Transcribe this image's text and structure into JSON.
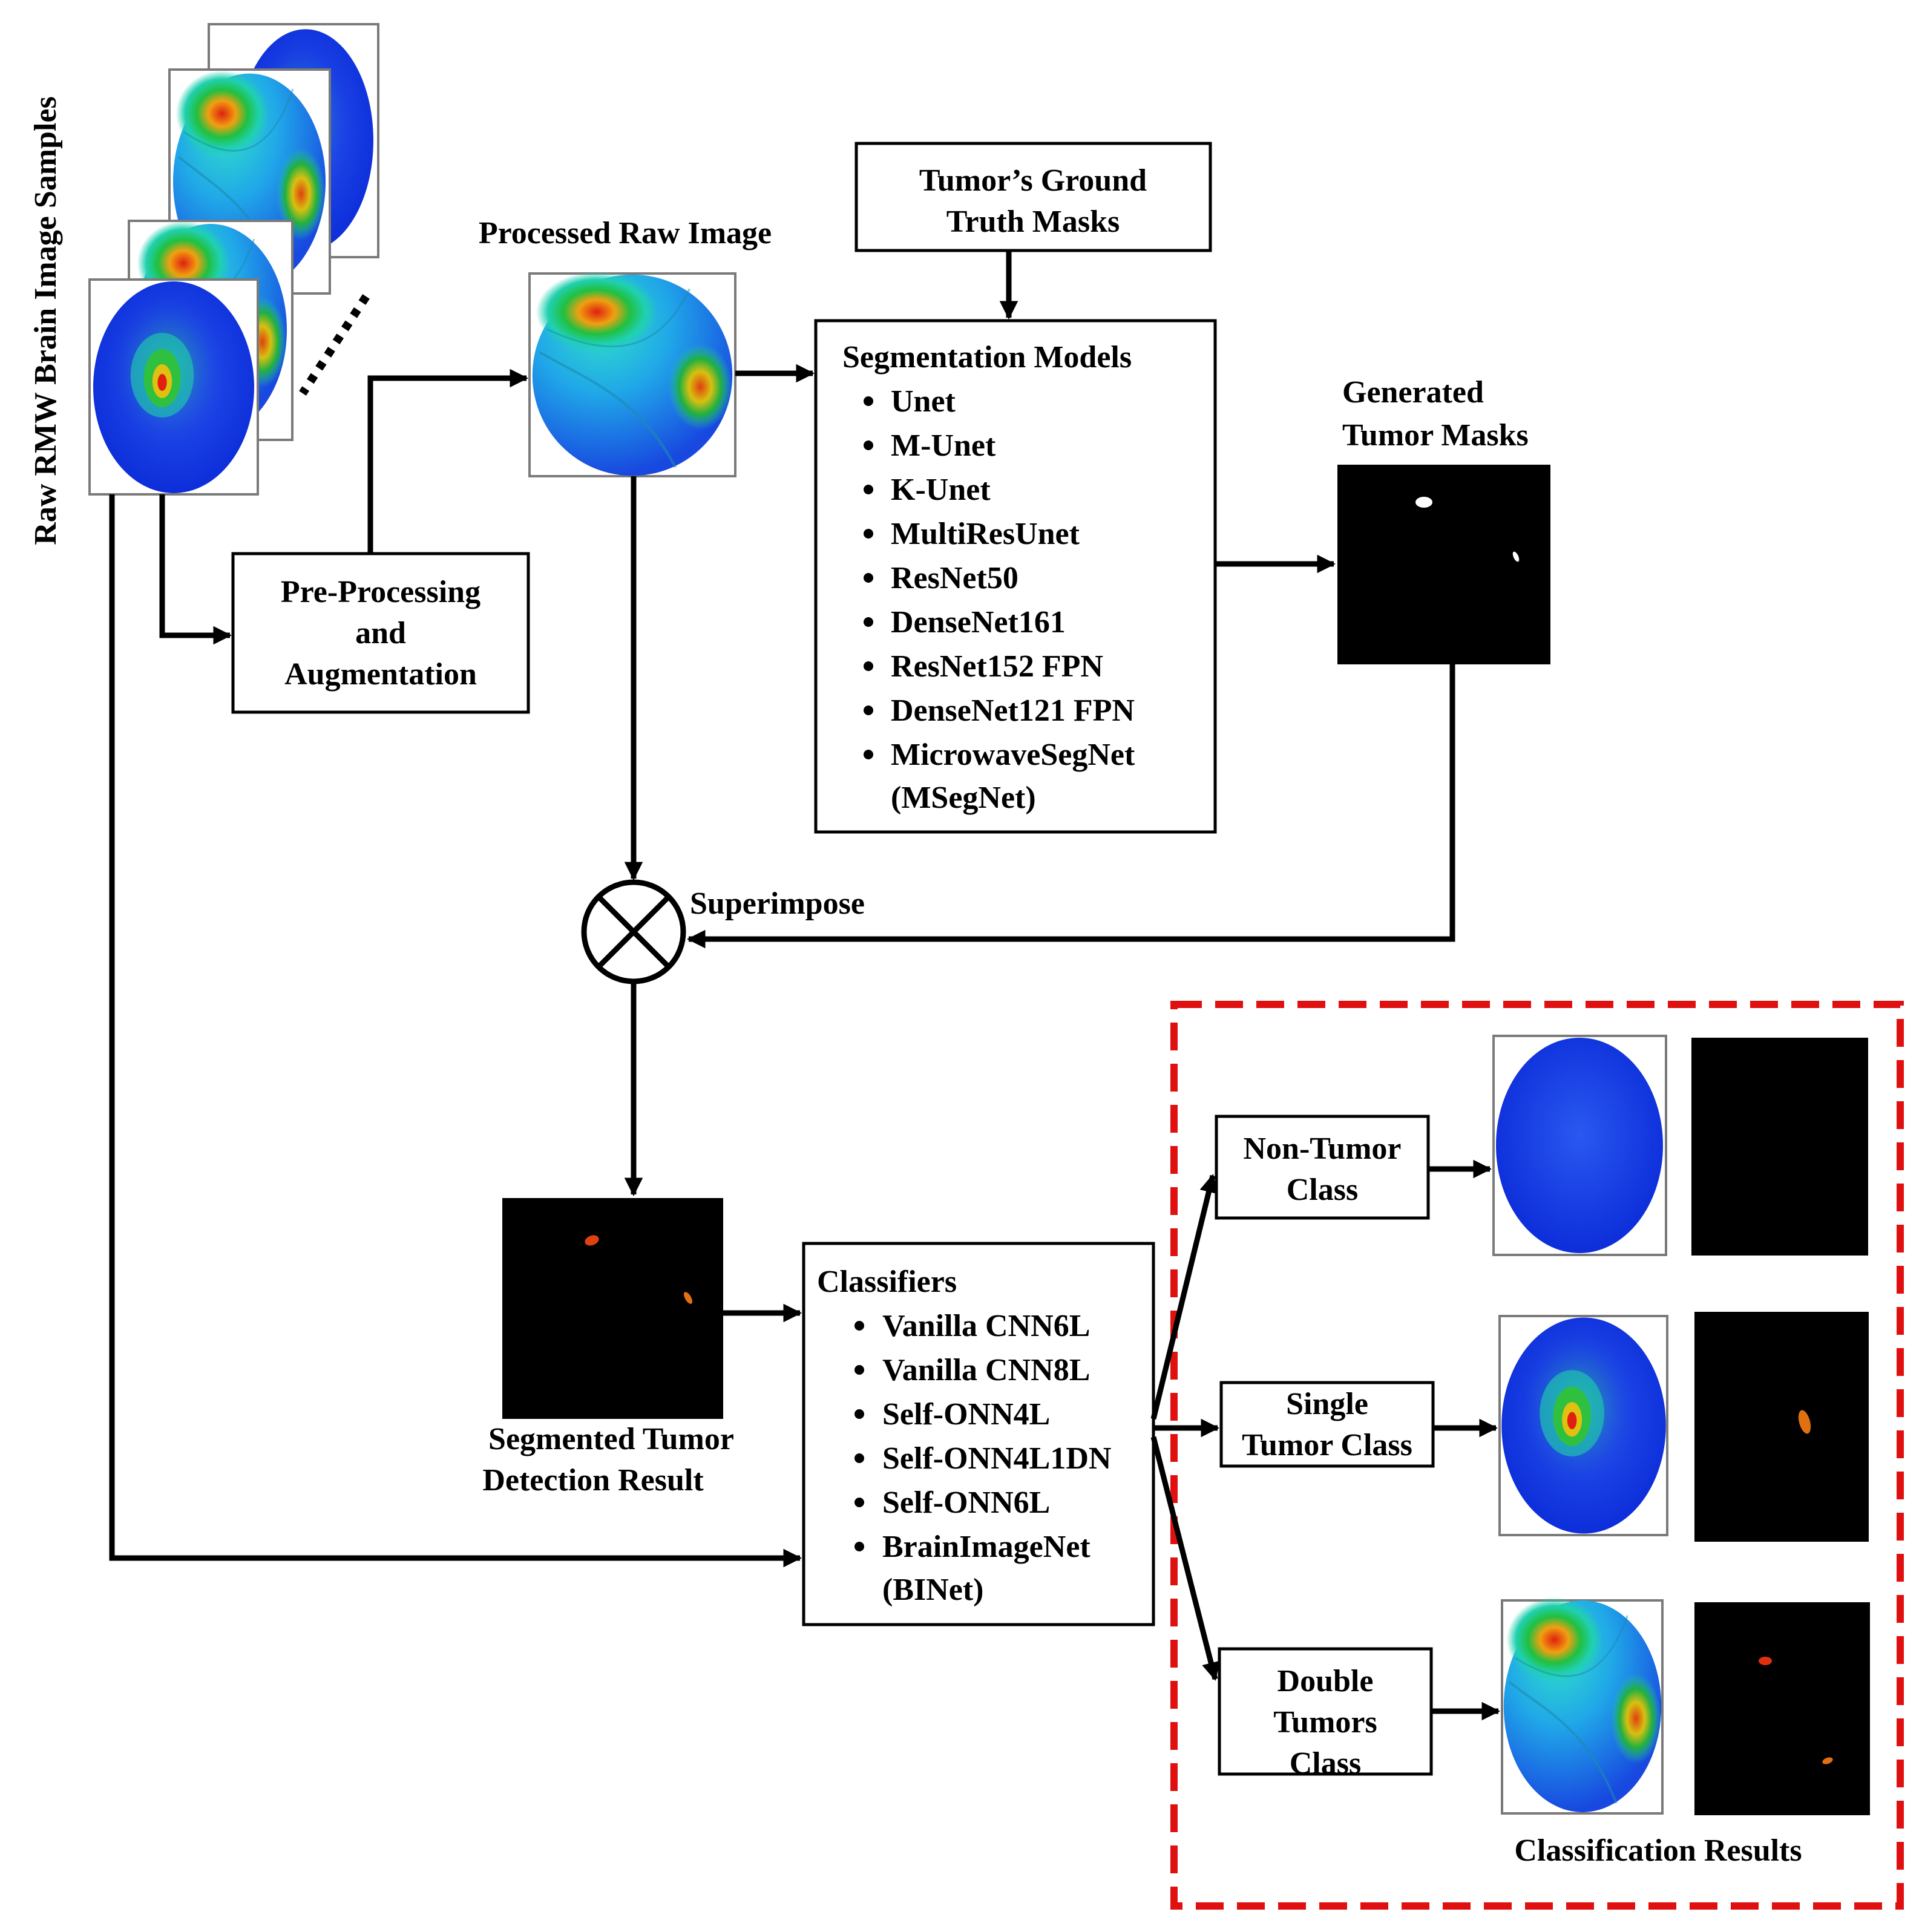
{
  "vertical_label": "Raw RMW Brain Image Samples",
  "processed_raw_image_label": "Processed Raw Image",
  "ground_truth_box": [
    "Tumor’s Ground",
    "Truth Masks"
  ],
  "preprocessing_box": [
    "Pre-Processing",
    "and",
    "Augmentation"
  ],
  "segmentation": {
    "title": "Segmentation Models",
    "models": [
      "Unet",
      "M-Unet",
      "K-Unet",
      "MultiResUnet",
      "ResNet50",
      "DenseNet161",
      "ResNet152 FPN",
      "DenseNet121 FPN",
      "MicrowaveSegNet"
    ],
    "last_model_suffix": "(MSegNet)"
  },
  "generated_masks_label": [
    "Generated",
    "Tumor Masks"
  ],
  "superimpose_label": "Superimpose",
  "segmented_result_label": [
    "Segmented Tumor",
    "Detection Result"
  ],
  "classifiers": {
    "title": "Classifiers",
    "models": [
      "Vanilla CNN6L",
      "Vanilla CNN8L",
      "Self-ONN4L",
      "Self-ONN4L1DN",
      "Self-ONN6L",
      "BrainImageNet"
    ],
    "last_model_suffix": "(BINet)"
  },
  "classes": {
    "non_tumor": [
      "Non-Tumor",
      "Class"
    ],
    "single_tumor": [
      "Single",
      "Tumor Class"
    ],
    "double_tumors": [
      "Double",
      "Tumors",
      "Class"
    ]
  },
  "classification_results_label": "Classification Results",
  "colors": {
    "dashed_border": "#e01010",
    "brain_blue": "#1a3ee0",
    "tumor_red": "#e04010",
    "mask_black": "#000000"
  }
}
